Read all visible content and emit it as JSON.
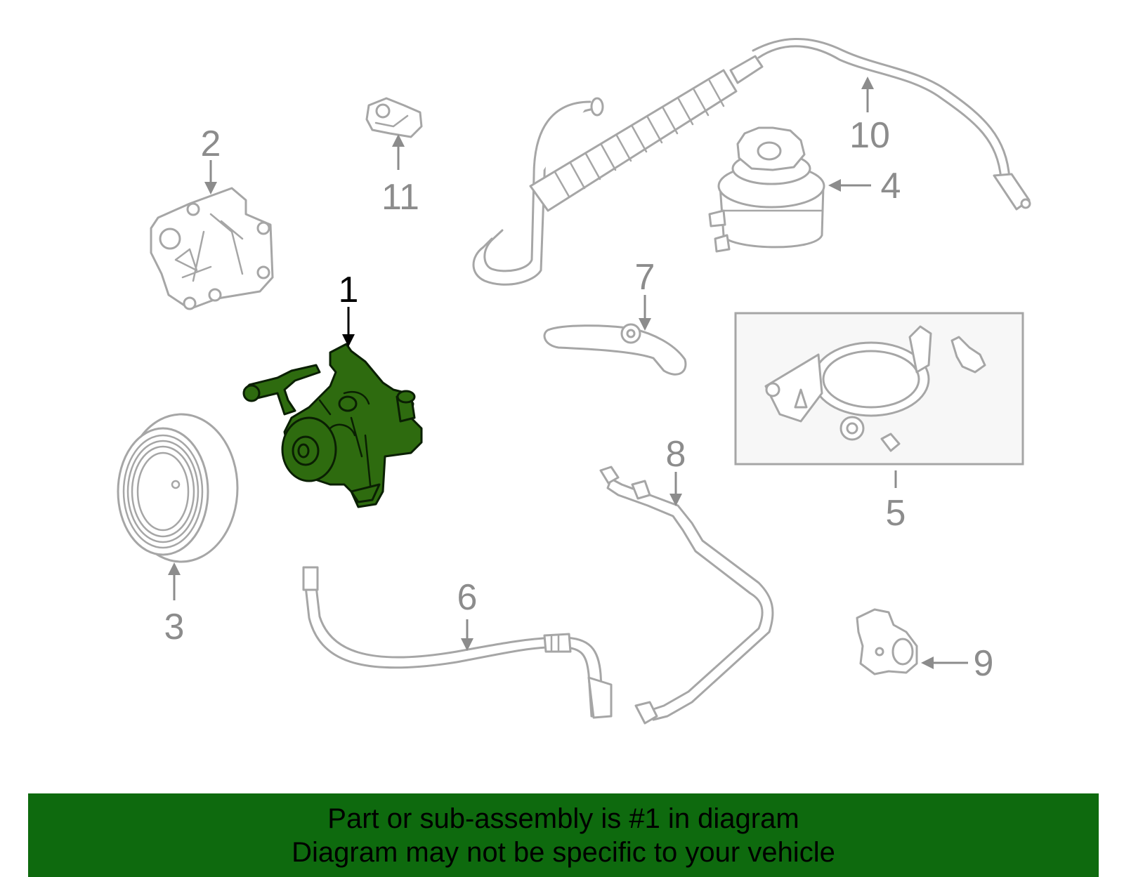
{
  "colors": {
    "highlight_fill": "#2e6b0f",
    "part_stroke": "#a6a6a6",
    "callout_text": "#8c8c8c",
    "banner_bg": "#0e6a0e"
  },
  "highlighted_part": "1",
  "callouts": {
    "c1": "1",
    "c2": "2",
    "c3": "3",
    "c4": "4",
    "c5": "5",
    "c6": "6",
    "c7": "7",
    "c8": "8",
    "c9": "9",
    "c10": "10",
    "c11": "11"
  },
  "banner": {
    "line1": "Part or sub-assembly is #1 in diagram",
    "line2": "Diagram may not be specific to your vehicle"
  }
}
